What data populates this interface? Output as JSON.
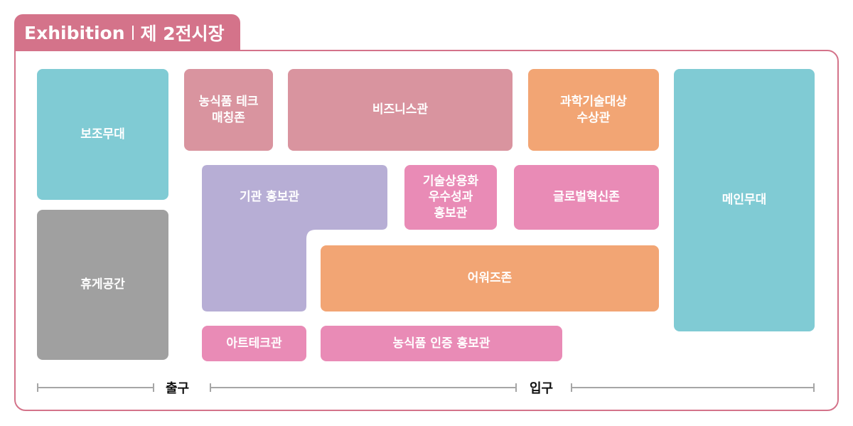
{
  "header": {
    "title_en": "Exhibition",
    "title_ko": "제 2전시장"
  },
  "zones": {
    "sub_stage": "보조무대",
    "rest_area": "휴게공간",
    "agrifood_tech": "농식품 테크\n매칭존",
    "business": "비즈니스관",
    "science_award": "과학기술대상\n수상관",
    "main_stage": "메인무대",
    "institution": "기관 홍보관",
    "tech_commercial": "기술상용화\n우수성과\n홍보관",
    "global_innovation": "글로벌혁신존",
    "awards": "어워즈존",
    "arttech": "아트테크관",
    "agrifood_cert": "농식품 인증 홍보관"
  },
  "gates": {
    "exit": "출구",
    "entrance": "입구"
  },
  "colors": {
    "frame": "#D4738A",
    "teal": "#80CBD4",
    "gray": "#A0A0A0",
    "rose": "#D9949F",
    "orange": "#F2A574",
    "pink": "#E98BB6",
    "purple": "#B7AED5"
  }
}
